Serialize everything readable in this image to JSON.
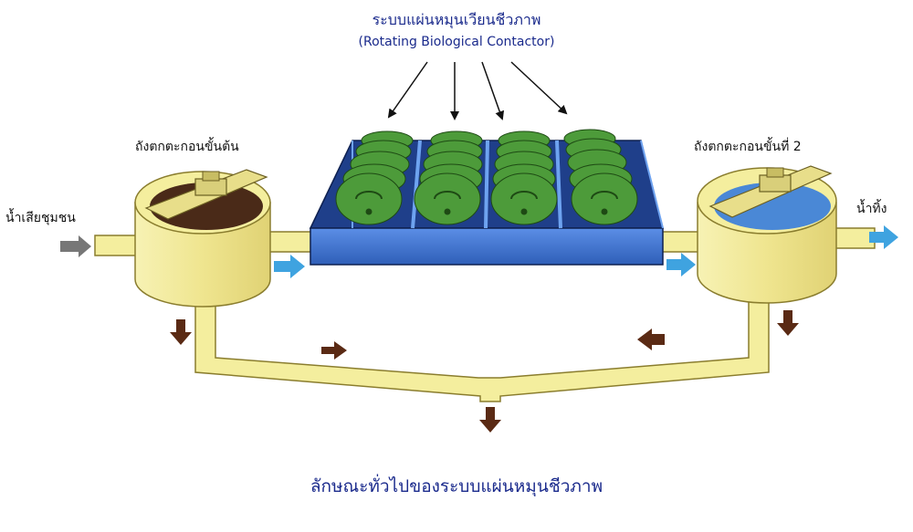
{
  "title": {
    "thai": "ระบบแผ่นหมุนเวียนชีวภาพ",
    "english": "(Rotating Biological Contactor)"
  },
  "labels": {
    "primary_tank": "ถังตกตะกอนขั้นต้น",
    "secondary_tank": "ถังตกตะกอนขั้นที่ 2",
    "influent": "น้ำเสียชุมชน",
    "effluent": "น้ำทิ้ง"
  },
  "caption": "ลักษณะทั่วไปของระบบแผ่นหมุนชีวภาพ",
  "colors": {
    "title_text": "#1a2a8c",
    "pipe": "#f4ee9e",
    "pipe_outline": "#8a7d2e",
    "basin": "#3b6fd0",
    "disc": "#4d9b3a",
    "flow_arrow": "#3fa3e0",
    "sludge_arrow": "#5a2a14",
    "inlet_arrow": "#777777"
  }
}
